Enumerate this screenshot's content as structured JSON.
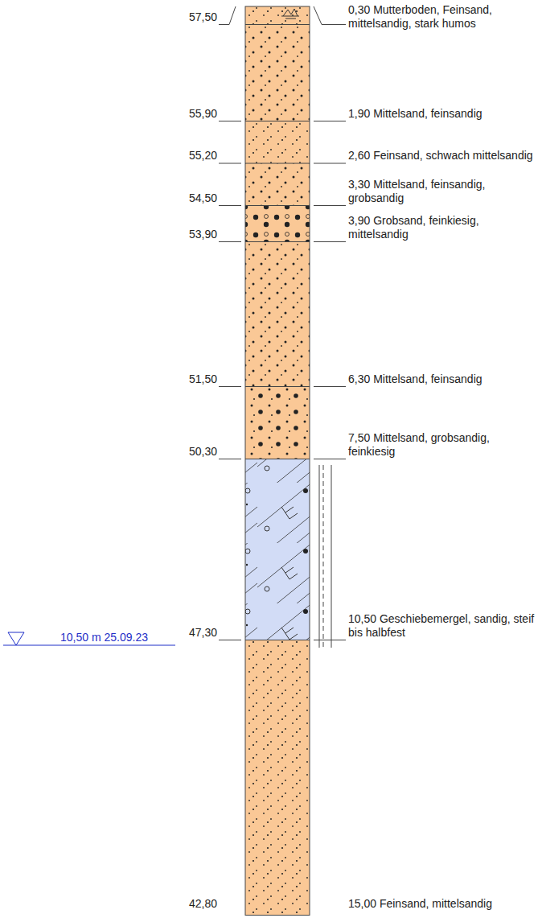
{
  "diagram": {
    "labels": [
      "0,30 Mutterboden, Feinsand, mittelsandig, stark humos",
      "57,50",
      "1,90 Mittelsand, feinsandig",
      "55,90",
      "2,60 Feinsand, schwach mittelsandig",
      "55,20",
      "3,30 Mittelsand, feinsandig, grobsandig",
      "54,50",
      "3,90 Grobsand, feinkiesig, mittelsandig",
      "53,90",
      "6,30 Mittelsand, feinsandig",
      "51,50",
      "7,50 Mittelsand, grobsandig, feinkiesig",
      "50,30",
      "10,50 Geschiebemergel, sandig, steif bis halbfest",
      "10,50 m 25.09.23",
      "47,30",
      "15,00 Feinsand, mittelsandig",
      "42,80"
    ]
  }
}
